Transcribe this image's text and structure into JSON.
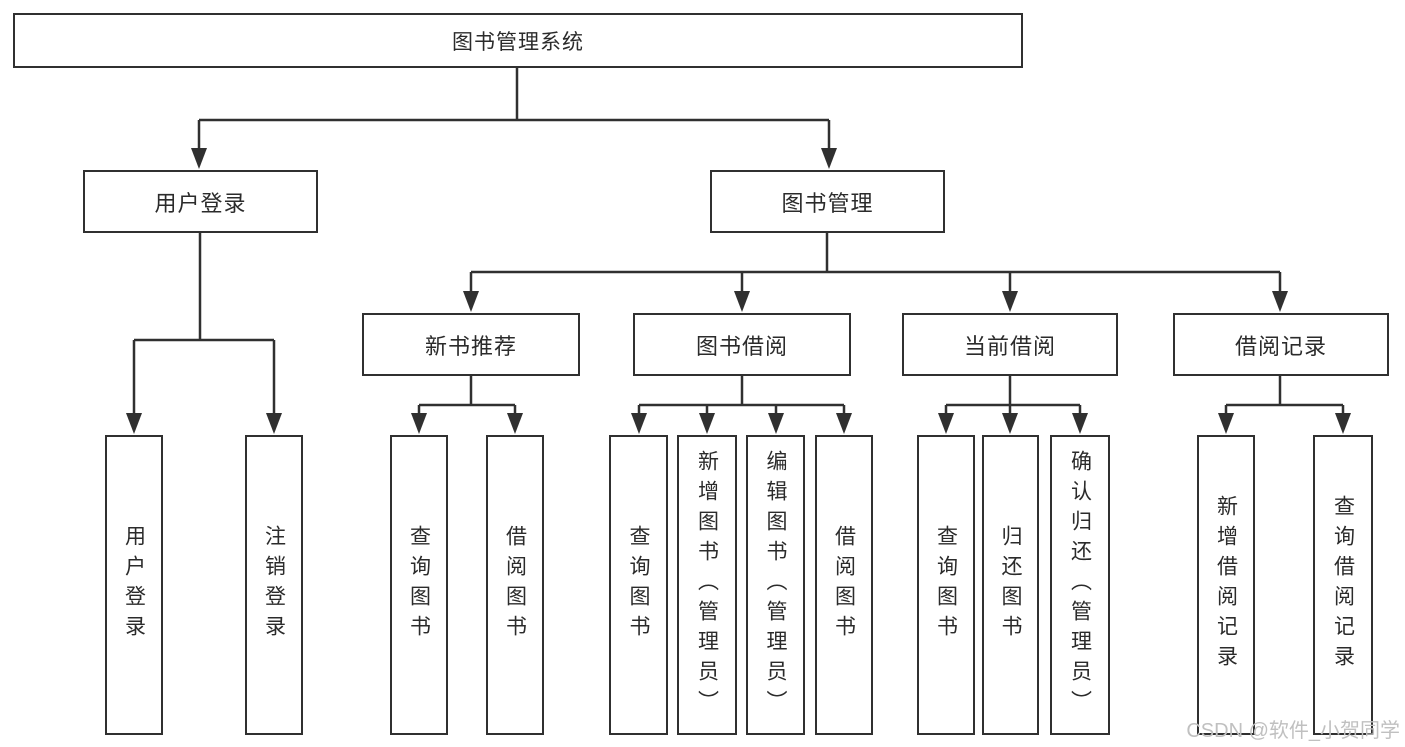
{
  "tree": {
    "root": "图书管理系统",
    "branches": [
      {
        "name": "用户登录",
        "children": [
          "用户登录",
          "注销登录"
        ]
      },
      {
        "name": "图书管理",
        "groups": [
          {
            "name": "新书推荐",
            "children": [
              "查询图书",
              "借阅图书"
            ]
          },
          {
            "name": "图书借阅",
            "children": [
              "查询图书",
              "新增图书（管理员）",
              "编辑图书（管理员）",
              "借阅图书"
            ]
          },
          {
            "name": "当前借阅",
            "children": [
              "查询图书",
              "归还图书",
              "确认归还（管理员）"
            ]
          },
          {
            "name": "借阅记录",
            "children": [
              "新增借阅记录",
              "查询借阅记录"
            ]
          }
        ]
      }
    ]
  },
  "watermark": "CSDN @软件_小贺同学",
  "colors": {
    "line": "#303030",
    "text": "#2b2b2b",
    "watermark": "#c0c0c0",
    "background": "#ffffff"
  }
}
